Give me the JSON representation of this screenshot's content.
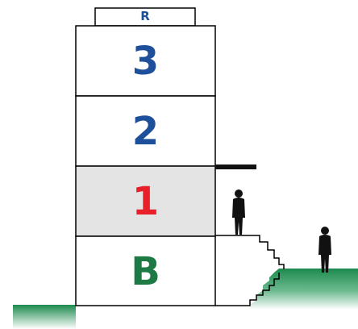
{
  "building": {
    "roof": {
      "label": "R",
      "color": "#1d4f9a"
    },
    "floors": [
      {
        "label": "3",
        "color": "#1d4f9a",
        "shaded": false
      },
      {
        "label": "2",
        "color": "#1d4f9a",
        "shaded": false
      },
      {
        "label": "1",
        "color": "#e8202a",
        "shaded": true
      },
      {
        "label": "B",
        "color": "#1e7a45",
        "shaded": false
      }
    ]
  },
  "colors": {
    "ground": "#1c8a4e",
    "shaded_floor": "#e4e4e4",
    "outline": "#000000",
    "figure": "#111111"
  }
}
